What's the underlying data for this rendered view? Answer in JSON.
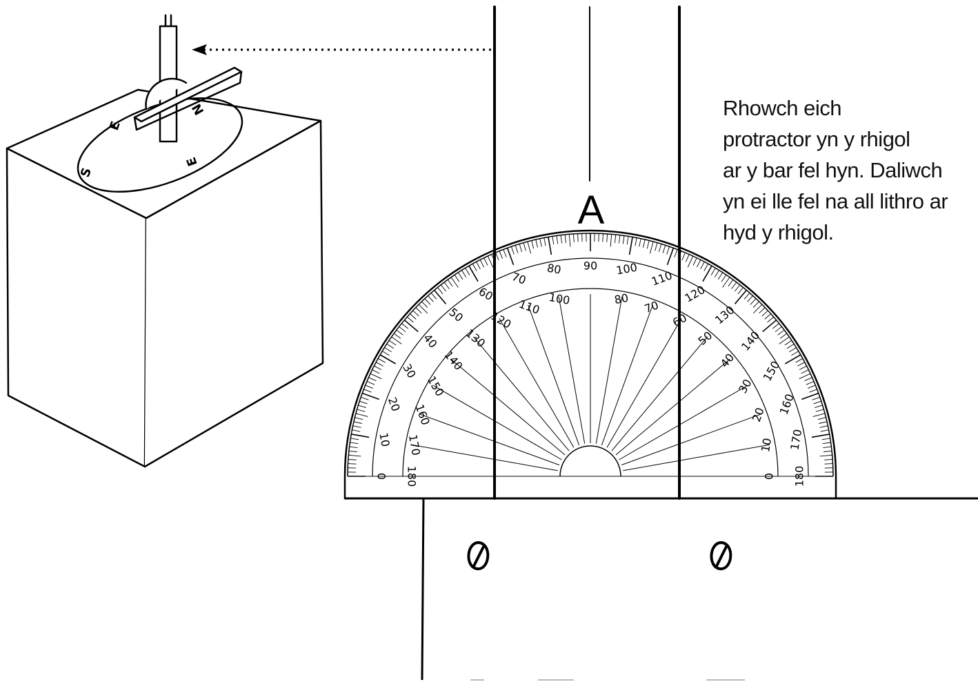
{
  "instructions": {
    "lines": [
      "Rhowch eich",
      "protractor yn y rhigol",
      "ar y bar fel hyn.  Daliwch",
      "yn ei lle fel na all lithro ar",
      "hyd y rhigol."
    ]
  },
  "diagram": {
    "point_label": "A",
    "outer_scale": [
      "0",
      "10",
      "20",
      "30",
      "40",
      "50",
      "60",
      "70",
      "80",
      "90",
      "100",
      "110",
      "120",
      "130",
      "140",
      "150",
      "160",
      "170",
      "180"
    ],
    "inner_scale": [
      "180",
      "170",
      "160",
      "150",
      "140",
      "130",
      "120",
      "110",
      "100",
      "",
      "80",
      "70",
      "60",
      "50",
      "40",
      "30",
      "20",
      "10",
      "0"
    ],
    "inner_center_label": "90",
    "compass_letters": [
      "S",
      "E",
      "N",
      "E"
    ]
  }
}
